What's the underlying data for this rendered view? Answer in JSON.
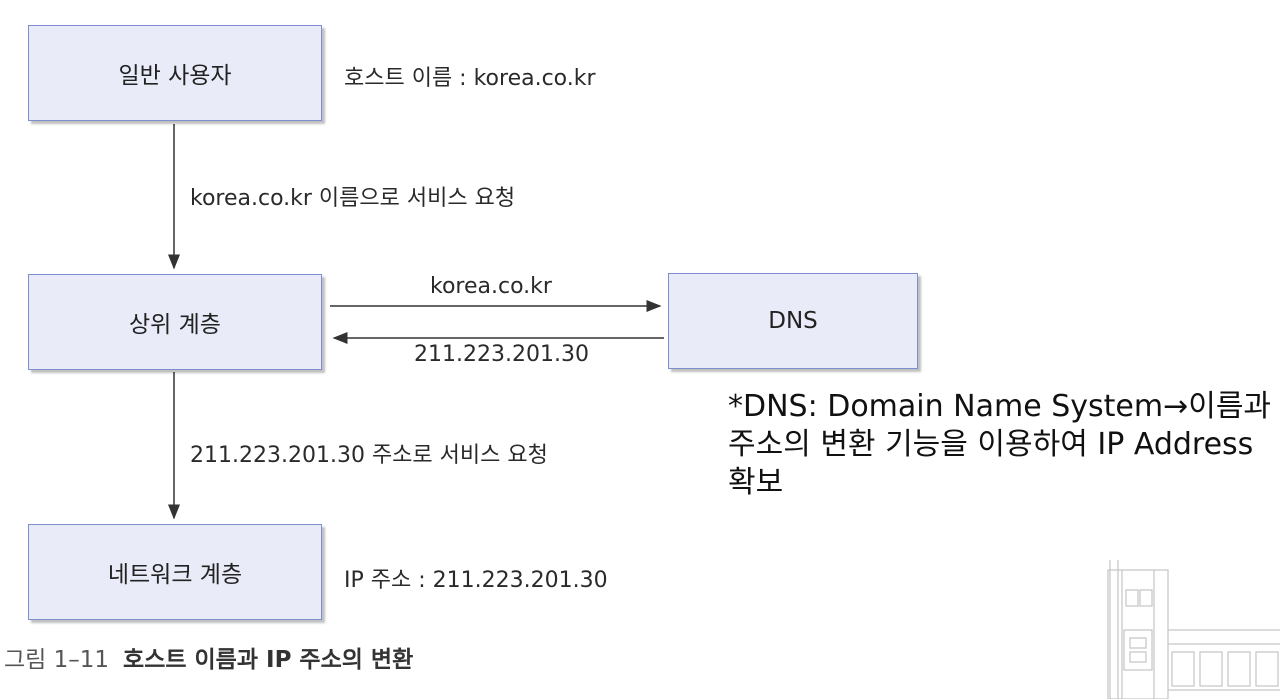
{
  "nodes": {
    "user": "일반 사용자",
    "upper": "상위 계층",
    "dns": "DNS",
    "network": "네트워크 계층"
  },
  "labels": {
    "host_name": "호스트 이름 : korea.co.kr",
    "request_by_name": "korea.co.kr 이름으로 서비스 요청",
    "query": "korea.co.kr",
    "reply": "211.223.201.30",
    "request_by_addr": "211.223.201.30 주소로 서비스 요청",
    "ip_addr": "IP 주소 : 211.223.201.30"
  },
  "note": "*DNS: Domain Name System→이름과 주소의 변환 기능을 이용하여 IP Address 확보",
  "caption": {
    "number": "그림 1–11",
    "title": "호스트 이름과 IP 주소의 변환"
  },
  "colors": {
    "box_fill": "#e9ecf8",
    "box_border": "#7d8fcf"
  }
}
